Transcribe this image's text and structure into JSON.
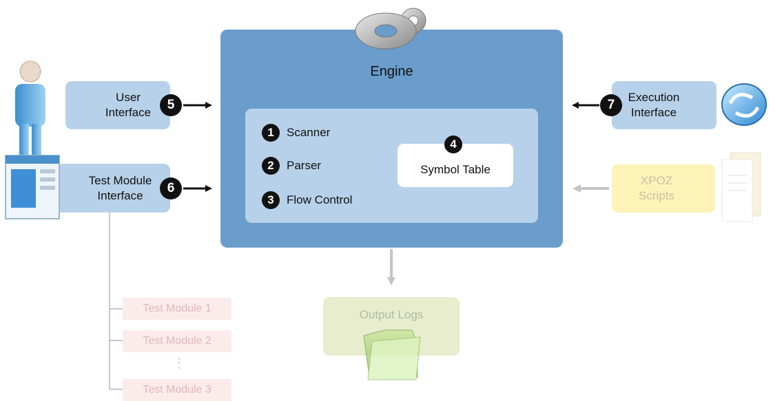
{
  "engine": {
    "title": "Engine",
    "steps": [
      {
        "num": "1",
        "label": "Scanner"
      },
      {
        "num": "2",
        "label": "Parser"
      },
      {
        "num": "3",
        "label": "Flow Control"
      }
    ],
    "symbol_table": {
      "num": "4",
      "label": "Symbol Table"
    }
  },
  "user_interface": {
    "num": "5",
    "line1": "User",
    "line2": "Interface",
    "icon": "person-icon"
  },
  "test_module_interface": {
    "num": "6",
    "line1": "Test Module",
    "line2": "Interface",
    "icon": "window-icon"
  },
  "execution_interface": {
    "num": "7",
    "line1": "Execution",
    "line2": "Interface",
    "icon": "refresh-icon"
  },
  "xpoz_scripts": {
    "line1": "XPOZ",
    "line2": "Scripts",
    "icon": "documents-icon"
  },
  "output_logs": {
    "label": "Output Logs",
    "icon": "folder-icon"
  },
  "test_modules": {
    "items": [
      "Test Module 1",
      "Test Module 2",
      "Test Module 3"
    ],
    "ellipsis": "⋮"
  },
  "colors": {
    "engine": "#6a9dcb",
    "panel": "#b8d1ea",
    "scripts": "#fdf2b8",
    "output": "#e7edcd",
    "module": "#fcebeb"
  }
}
